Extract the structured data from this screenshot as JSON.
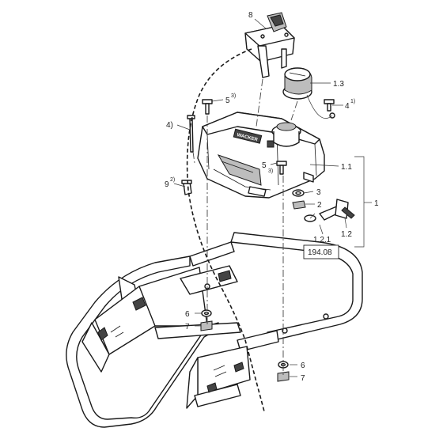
{
  "callouts": {
    "c8": "8",
    "c13": "1.3",
    "c5a": "5",
    "c5a_sup": "3)",
    "c4a": "4",
    "c4a_sup": "1)",
    "c4b": "4)",
    "c5b": "5",
    "c5b_sup": "3)",
    "c11": "1.1",
    "c9": "9",
    "c9_sup": "2)",
    "c3": "3",
    "c2": "2",
    "c1": "1",
    "c121": "1.2.1",
    "c12": "1.2",
    "ref_box": "194.08",
    "c6a": "6",
    "c7a": "7",
    "c6b": "6",
    "c7b": "7"
  },
  "decal_text": "WACKER"
}
